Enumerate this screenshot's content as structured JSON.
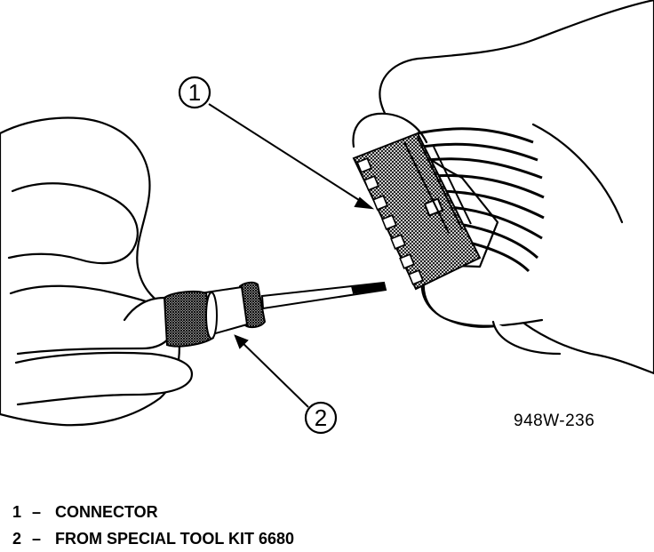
{
  "figure": {
    "figure_id": "948W-236",
    "callouts": [
      {
        "number": "1"
      },
      {
        "number": "2"
      }
    ]
  },
  "legend": {
    "items": [
      {
        "number": "1",
        "dash": "–",
        "text": "CONNECTOR"
      },
      {
        "number": "2",
        "dash": "–",
        "text": "FROM SPECIAL TOOL KIT 6680"
      }
    ]
  }
}
